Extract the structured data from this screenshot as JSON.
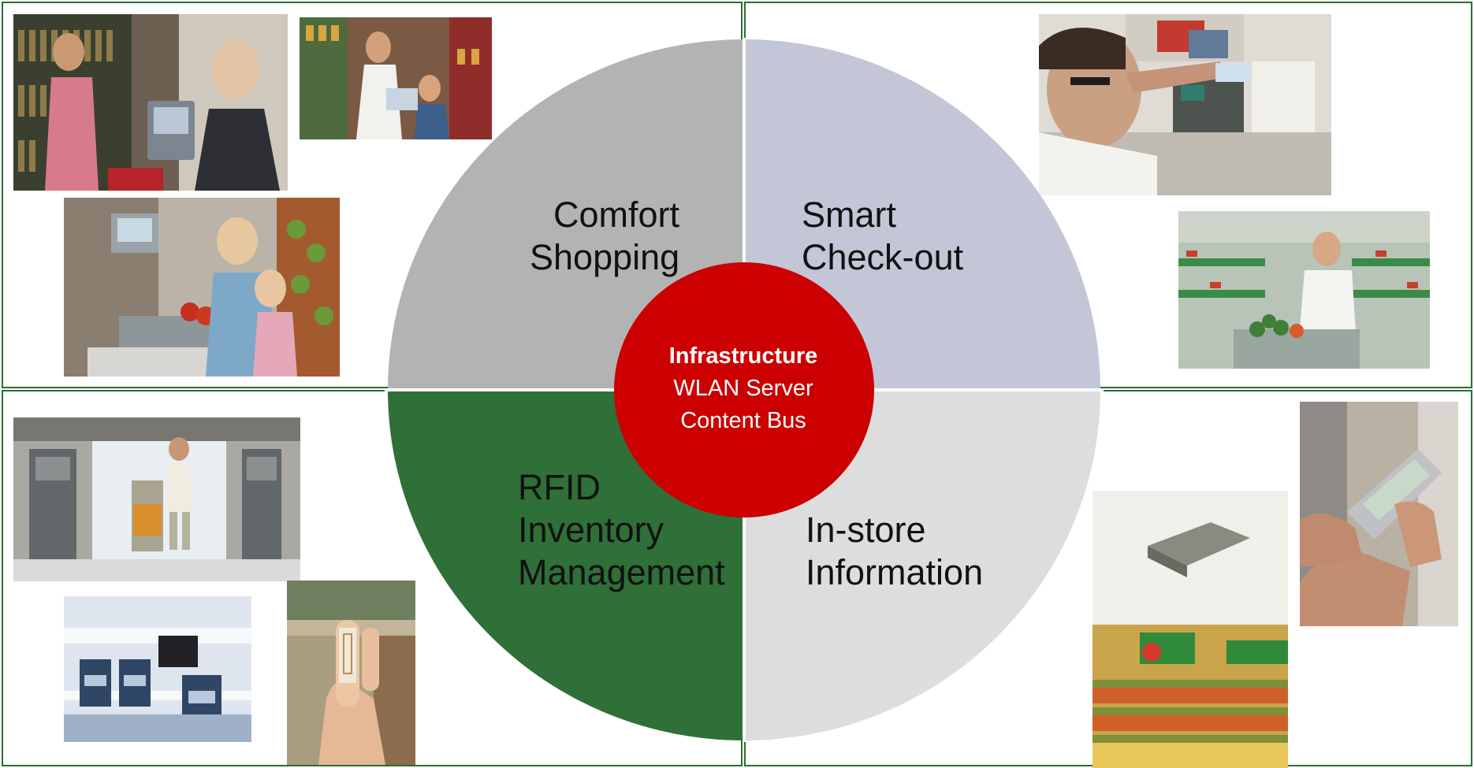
{
  "center": {
    "title": "Infrastructure",
    "lines": [
      "WLAN Server",
      "Content Bus"
    ]
  },
  "segments": [
    {
      "id": "comfort-shopping",
      "lines": [
        "Comfort",
        "Shopping"
      ],
      "color": "#b3b3b3"
    },
    {
      "id": "smart-check-out",
      "lines": [
        "Smart",
        "Check-out"
      ],
      "color": "#c3c6d7"
    },
    {
      "id": "rfid-inventory-management",
      "lines": [
        "RFID",
        "Inventory",
        "Management"
      ],
      "color": "#2f6f38"
    },
    {
      "id": "in-store-information",
      "lines": [
        "In-store",
        "Information"
      ],
      "color": "#dddddd"
    }
  ],
  "colors": {
    "hub": "#cc0000",
    "frame": "#2e6b33"
  },
  "photos": {
    "top_left": [
      "kiosk-shopper-photo",
      "shopping-cart-photo",
      "produce-scale-photo"
    ],
    "top_right": [
      "self-checkout-card-photo",
      "shopper-with-cart-photo"
    ],
    "bottom_left": [
      "warehouse-gate-photo",
      "shelf-reader-photo",
      "rfid-tag-photo"
    ],
    "bottom_right": [
      "ceiling-access-point-photo",
      "handheld-device-photo"
    ]
  }
}
